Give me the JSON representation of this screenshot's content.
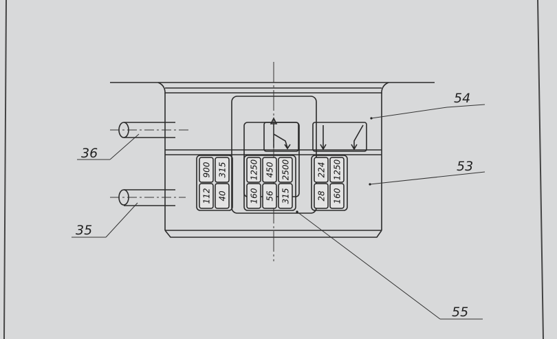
{
  "labels": {
    "part_54": "54",
    "part_53": "53",
    "part_55": "55",
    "part_36": "36",
    "part_35": "35"
  },
  "speed_groups": [
    {
      "name": "left",
      "columns": [
        [
          "900",
          "112"
        ],
        [
          "315",
          "40"
        ]
      ]
    },
    {
      "name": "center",
      "columns": [
        [
          "1250",
          "160"
        ],
        [
          "450",
          "56"
        ],
        [
          "2500",
          "315"
        ]
      ]
    },
    {
      "name": "right",
      "columns": [
        [
          "224",
          "28"
        ],
        [
          "1250",
          "160"
        ]
      ]
    }
  ]
}
